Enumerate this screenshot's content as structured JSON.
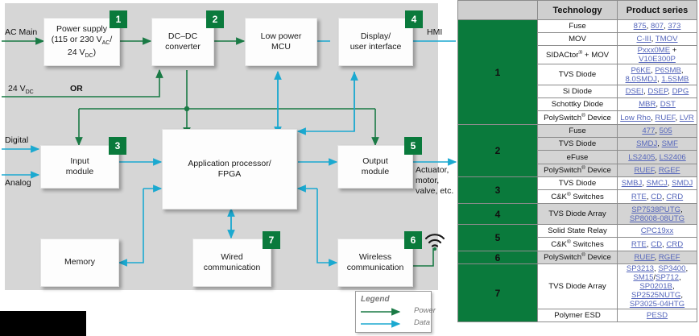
{
  "diagram": {
    "blocks": [
      {
        "id": "power-supply",
        "label": "Power supply\n(115 or 230 VAC/\n24 VDC)",
        "badge": "1"
      },
      {
        "id": "dcdc",
        "label": "DC–DC\nconverter",
        "badge": "2"
      },
      {
        "id": "low-power-mcu",
        "label": "Low power\nMCU",
        "badge": ""
      },
      {
        "id": "display-ui",
        "label": "Display/\nuser interface",
        "badge": "4"
      },
      {
        "id": "input-module",
        "label": "Input\nmodule",
        "badge": "3"
      },
      {
        "id": "app-processor",
        "label": "Application processor/\nFPGA",
        "badge": ""
      },
      {
        "id": "output-module",
        "label": "Output\nmodule",
        "badge": "5"
      },
      {
        "id": "memory",
        "label": "Memory",
        "badge": ""
      },
      {
        "id": "wired-comm",
        "label": "Wired\ncommunication",
        "badge": "7"
      },
      {
        "id": "wireless-comm",
        "label": "Wireless\ncommunication",
        "badge": "6"
      }
    ],
    "block_text": {
      "power_supply_l1": "Power supply",
      "power_supply_l2a": "(115 or 230 V",
      "power_supply_l2b": "AC",
      "power_supply_l2c": "/",
      "power_supply_l3a": "24 V",
      "power_supply_l3b": "DC",
      "power_supply_l3c": ")",
      "dcdc_l1": "DC–DC",
      "dcdc_l2": "converter",
      "mcu_l1": "Low power",
      "mcu_l2": "MCU",
      "display_l1": "Display/",
      "display_l2": "user interface",
      "input_l1": "Input",
      "input_l2": "module",
      "app_l1": "Application processor/",
      "app_l2": "FPGA",
      "output_l1": "Output",
      "output_l2": "module",
      "memory_l1": "Memory",
      "wired_l1": "Wired",
      "wired_l2": "communication",
      "wireless_l1": "Wireless",
      "wireless_l2": "communication"
    },
    "badges": {
      "b1": "1",
      "b2": "2",
      "b3": "3",
      "b4": "4",
      "b5": "5",
      "b6": "6",
      "b7": "7"
    },
    "io_labels": {
      "ac_main": "AC Main",
      "v24dc_a": "24 V",
      "v24dc_b": "DC",
      "or": "OR",
      "hmi": "HMI",
      "digital": "Digital",
      "analog": "Analog",
      "actuator_l1": "Actuator,",
      "actuator_l2": "motor,",
      "actuator_l3": "valve, etc."
    },
    "legend": {
      "title": "Legend",
      "power": "Power",
      "data": "Data"
    },
    "colors": {
      "power": "#1a7a45",
      "data": "#1ba9d0",
      "badge_green": "#0a7a3c",
      "panel_gray": "#d6d6d6"
    }
  },
  "table": {
    "headers": {
      "group": "",
      "technology": "Technology",
      "product": "Product series"
    },
    "rows": [
      {
        "group": "1",
        "group_span": 7,
        "shade": false,
        "technology": "Fuse",
        "tech_sup": "",
        "products": [
          {
            "t": "875",
            "link": true
          },
          {
            "t": ", ",
            "link": false
          },
          {
            "t": "807",
            "link": true
          },
          {
            "t": ", ",
            "link": false
          },
          {
            "t": "373",
            "link": true
          }
        ]
      },
      {
        "group": "",
        "shade": false,
        "technology": "MOV",
        "tech_sup": "",
        "products": [
          {
            "t": "C-III",
            "link": true
          },
          {
            "t": ", ",
            "link": false
          },
          {
            "t": "TMOV",
            "link": true
          }
        ]
      },
      {
        "group": "",
        "shade": false,
        "technology": "SIDACtor® + MOV",
        "tech_sup": "",
        "products": [
          {
            "t": "Pxxx0ME",
            "link": true
          },
          {
            "t": " + ",
            "link": false
          },
          {
            "t": "V10E300P",
            "link": true
          }
        ]
      },
      {
        "group": "",
        "shade": false,
        "technology": "TVS Diode",
        "tech_sup": "",
        "products": [
          {
            "t": "P6KE",
            "link": true
          },
          {
            "t": ", ",
            "link": false
          },
          {
            "t": "P6SMB",
            "link": true
          },
          {
            "t": ",",
            "link": false
          },
          {
            "t": "\n",
            "link": false
          },
          {
            "t": "8.0SMDJ",
            "link": true
          },
          {
            "t": ", ",
            "link": false
          },
          {
            "t": "1.5SMB",
            "link": true
          }
        ]
      },
      {
        "group": "",
        "shade": false,
        "technology": "Si Diode",
        "tech_sup": "",
        "products": [
          {
            "t": "DSEI",
            "link": true
          },
          {
            "t": ", ",
            "link": false
          },
          {
            "t": "DSEP",
            "link": true
          },
          {
            "t": ", ",
            "link": false
          },
          {
            "t": "DPG",
            "link": true
          }
        ]
      },
      {
        "group": "",
        "shade": false,
        "technology": "Schottky Diode",
        "tech_sup": "",
        "products": [
          {
            "t": "MBR",
            "link": true
          },
          {
            "t": ", ",
            "link": false
          },
          {
            "t": "DST",
            "link": true
          }
        ]
      },
      {
        "group": "",
        "shade": false,
        "technology": "PolySwitch® Device",
        "tech_sup": "",
        "products": [
          {
            "t": "Low Rho",
            "link": true
          },
          {
            "t": ", ",
            "link": false
          },
          {
            "t": "RUEF",
            "link": true
          },
          {
            "t": ", ",
            "link": false
          },
          {
            "t": "LVR",
            "link": true
          }
        ]
      },
      {
        "group": "2",
        "group_span": 4,
        "shade": true,
        "technology": "Fuse",
        "tech_sup": "",
        "products": [
          {
            "t": "477",
            "link": true
          },
          {
            "t": ", ",
            "link": false
          },
          {
            "t": "505",
            "link": true
          }
        ]
      },
      {
        "group": "",
        "shade": true,
        "technology": "TVS Diode",
        "tech_sup": "",
        "products": [
          {
            "t": "SMDJ",
            "link": true
          },
          {
            "t": ", ",
            "link": false
          },
          {
            "t": "SMF",
            "link": true
          }
        ]
      },
      {
        "group": "",
        "shade": true,
        "technology": "eFuse",
        "tech_sup": "",
        "products": [
          {
            "t": "LS2405",
            "link": true
          },
          {
            "t": ", ",
            "link": false
          },
          {
            "t": "LS2406",
            "link": true
          }
        ]
      },
      {
        "group": "",
        "shade": true,
        "technology": "PolySwitch® Device",
        "tech_sup": "",
        "products": [
          {
            "t": "RUEF",
            "link": true
          },
          {
            "t": ", ",
            "link": false
          },
          {
            "t": "RGEF",
            "link": true
          }
        ]
      },
      {
        "group": "3",
        "group_span": 2,
        "shade": false,
        "technology": "TVS Diode",
        "tech_sup": "",
        "products": [
          {
            "t": "SMBJ",
            "link": true
          },
          {
            "t": ", ",
            "link": false
          },
          {
            "t": "SMCJ",
            "link": true
          },
          {
            "t": ", ",
            "link": false
          },
          {
            "t": "SMDJ",
            "link": true
          }
        ]
      },
      {
        "group": "",
        "shade": false,
        "technology": "C&K® Switches",
        "tech_sup": "",
        "products": [
          {
            "t": "RTE",
            "link": true
          },
          {
            "t": ", ",
            "link": false
          },
          {
            "t": "CD",
            "link": true
          },
          {
            "t": ", ",
            "link": false
          },
          {
            "t": "CRD",
            "link": true
          }
        ]
      },
      {
        "group": "4",
        "group_span": 1,
        "shade": true,
        "technology": "TVS Diode Array",
        "tech_sup": "",
        "products": [
          {
            "t": "SP7538PUTG",
            "link": true
          },
          {
            "t": ",",
            "link": false
          },
          {
            "t": "\n",
            "link": false
          },
          {
            "t": "SP8008-08UTG",
            "link": true
          }
        ]
      },
      {
        "group": "5",
        "group_span": 2,
        "shade": false,
        "technology": "Solid State Relay",
        "tech_sup": "",
        "products": [
          {
            "t": "CPC19xx",
            "link": true
          }
        ]
      },
      {
        "group": "",
        "shade": false,
        "technology": "C&K® Switches",
        "tech_sup": "",
        "products": [
          {
            "t": "RTE",
            "link": true
          },
          {
            "t": ", ",
            "link": false
          },
          {
            "t": "CD",
            "link": true
          },
          {
            "t": ", ",
            "link": false
          },
          {
            "t": "CRD",
            "link": true
          }
        ]
      },
      {
        "group": "6",
        "group_span": 1,
        "shade": true,
        "technology": "PolySwitch® Device",
        "tech_sup": "",
        "products": [
          {
            "t": "RUEF",
            "link": true
          },
          {
            "t": ", ",
            "link": false
          },
          {
            "t": "RGEF",
            "link": true
          }
        ]
      },
      {
        "group": "7",
        "group_span": 2,
        "shade": false,
        "technology": "TVS Diode Array",
        "tech_sup": "",
        "products": [
          {
            "t": "SP3213",
            "link": true
          },
          {
            "t": ", ",
            "link": false
          },
          {
            "t": "SP3400",
            "link": true
          },
          {
            "t": ", ",
            "link": false
          },
          {
            "t": "SM15",
            "link": true
          },
          {
            "t": "/",
            "link": false
          },
          {
            "t": "SP712",
            "link": true
          },
          {
            "t": ",",
            "link": false
          },
          {
            "t": "\n",
            "link": false
          },
          {
            "t": "SP0201B",
            "link": true
          },
          {
            "t": ", ",
            "link": false
          },
          {
            "t": "SP2525NUTG",
            "link": true
          },
          {
            "t": ",",
            "link": false
          },
          {
            "t": "\n",
            "link": false
          },
          {
            "t": "SP3025-04HTG",
            "link": true
          }
        ]
      },
      {
        "group": "",
        "shade": false,
        "technology": "Polymer ESD",
        "tech_sup": "",
        "products": [
          {
            "t": "PESD",
            "link": true
          }
        ]
      }
    ]
  }
}
